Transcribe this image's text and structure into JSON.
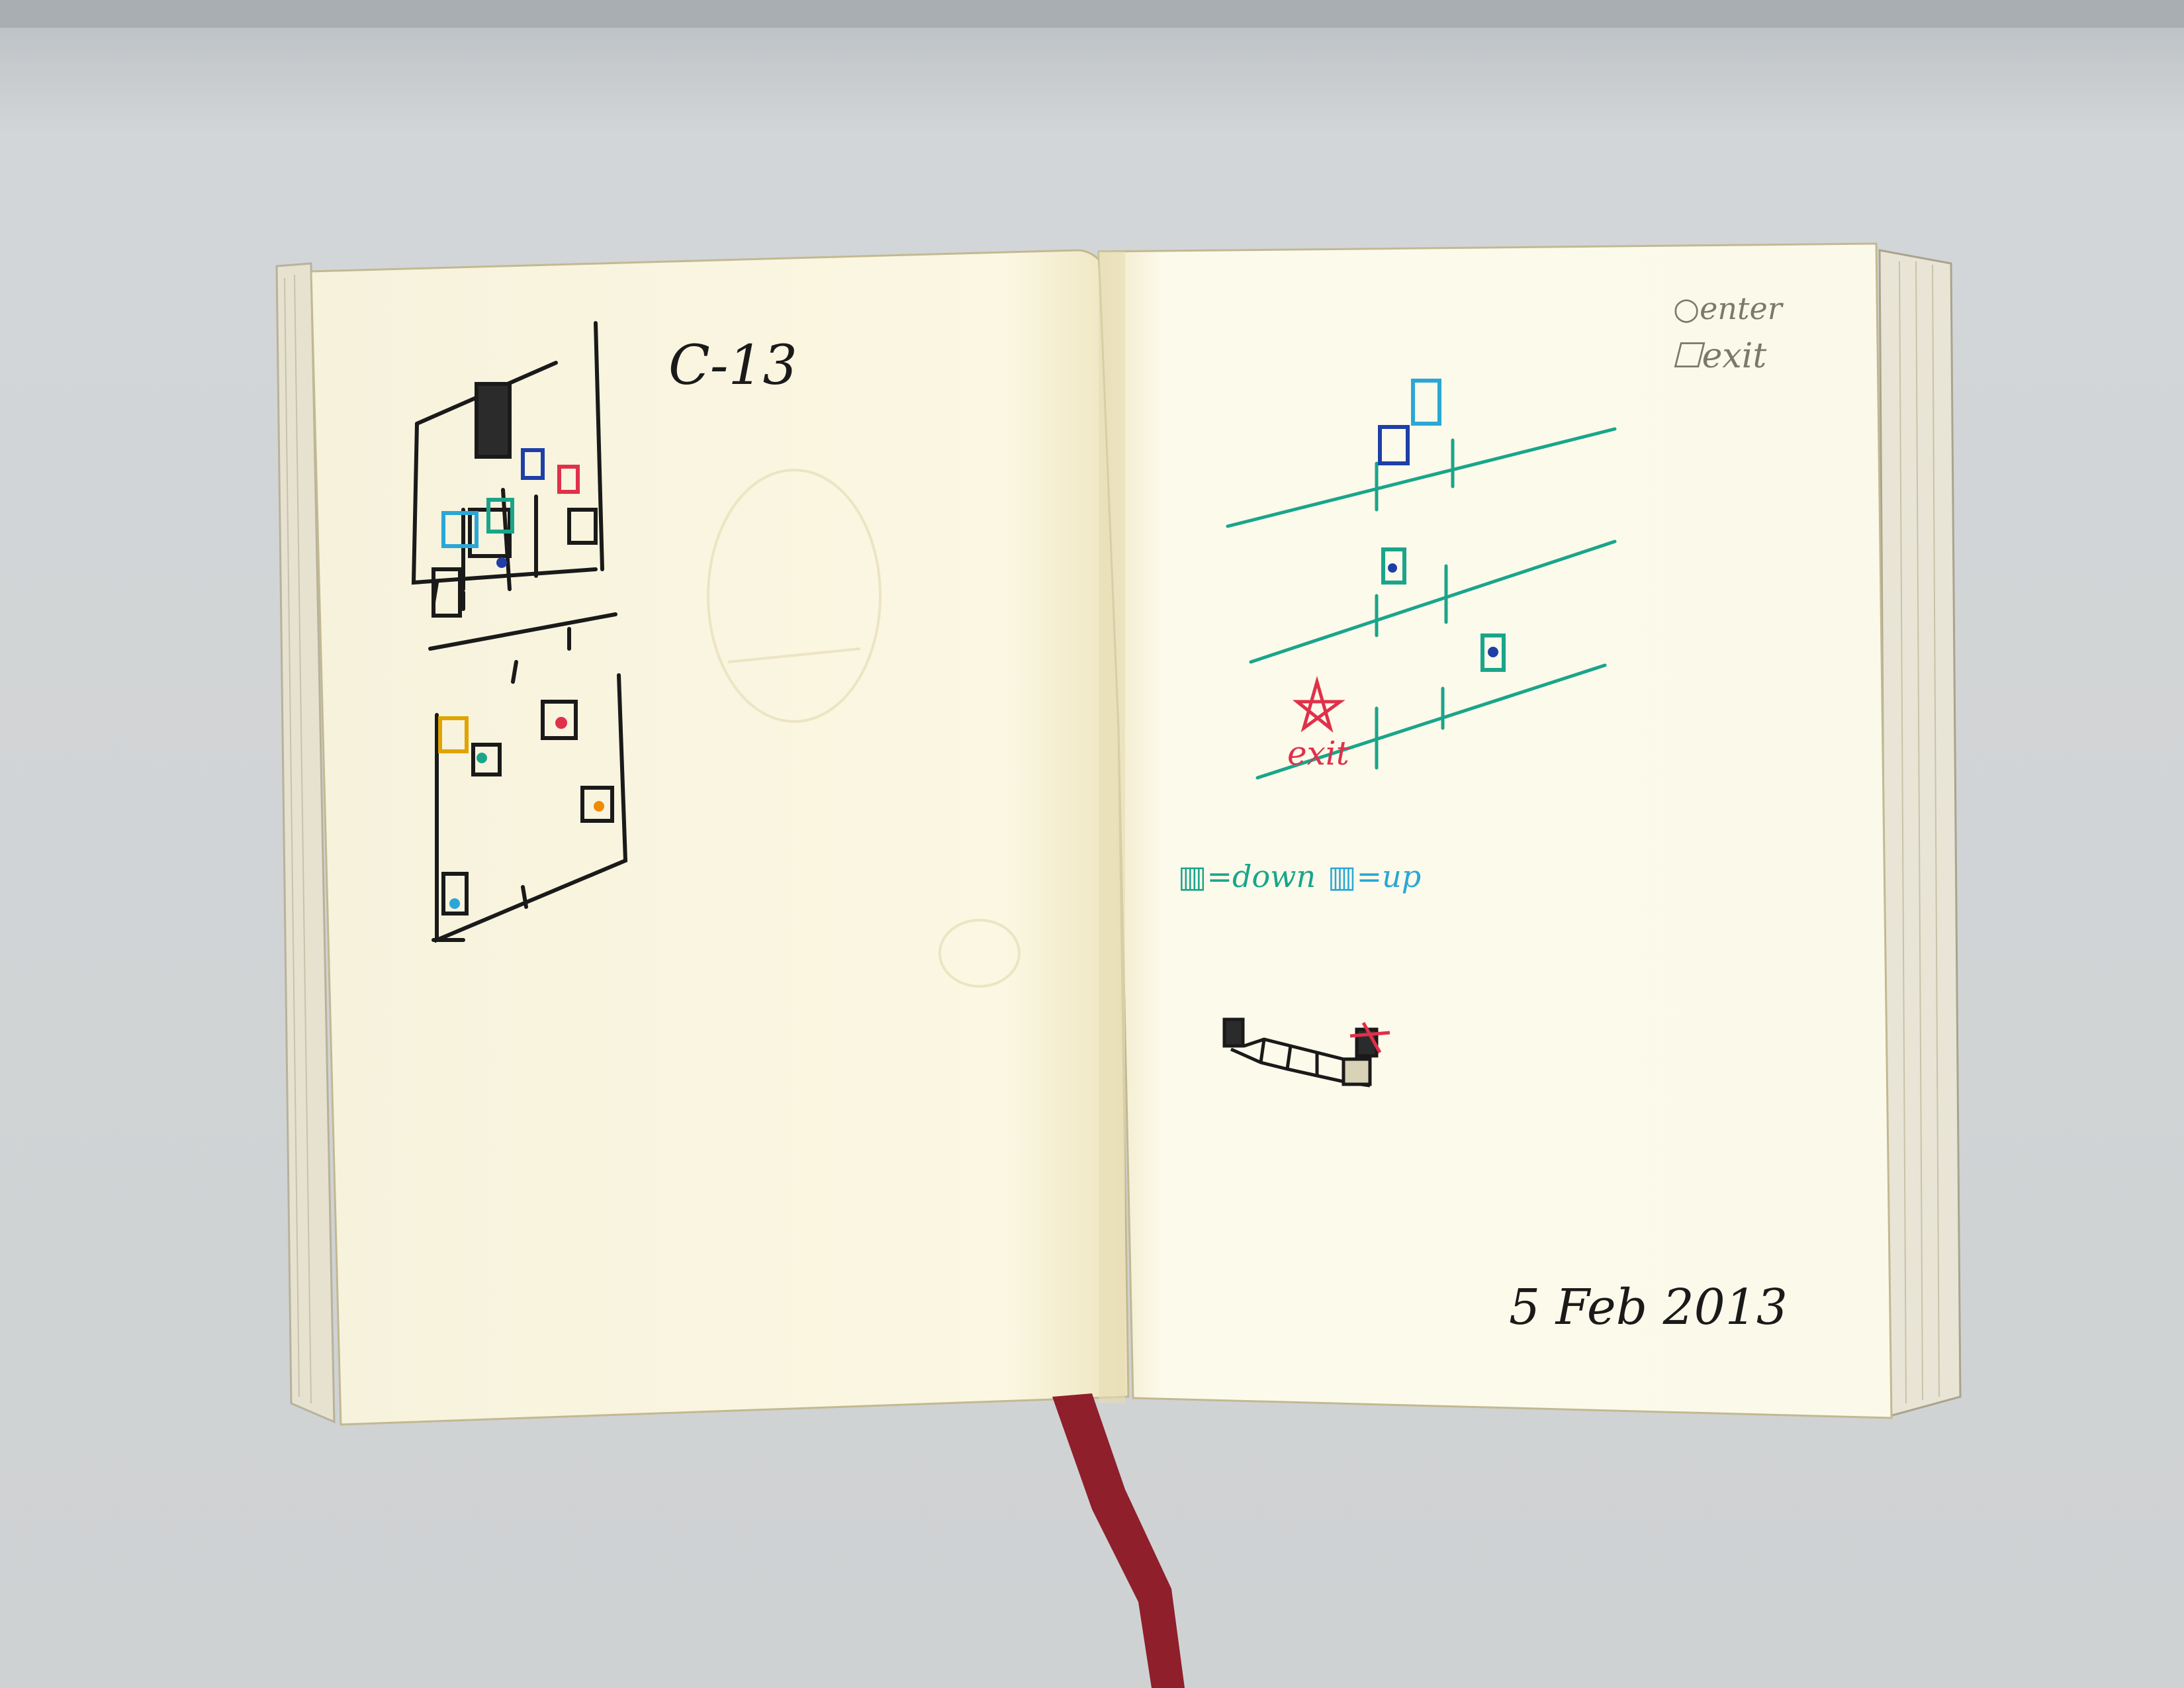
{
  "left_page": {
    "title": "C-13"
  },
  "right_page": {
    "legend_enter": "enter",
    "legend_exit": "exit",
    "exit_label": "exit",
    "key_down": "=down",
    "key_up": "=up",
    "date": "5 Feb 2013"
  },
  "colors": {
    "background": "#c9cdd0",
    "paper": "#fbf8e6",
    "ink_black": "#1a1a1a",
    "ink_green": "#1aa58a",
    "ink_blue": "#1f3fa8",
    "ink_cyan": "#2aa7d6",
    "ink_red": "#e0304a",
    "ink_yellow": "#e0a400",
    "ink_orange": "#f08a00",
    "bookmark": "#8e1f2b",
    "pencil_grey": "#7a7a6a"
  }
}
